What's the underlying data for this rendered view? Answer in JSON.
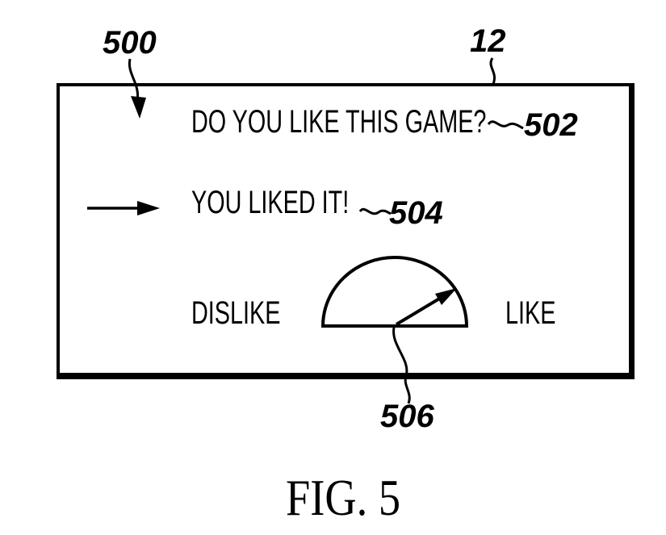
{
  "figure": {
    "caption": "FIG. 5",
    "labels": {
      "ref_500": "500",
      "ref_12": "12",
      "ref_502": "502",
      "ref_504": "504",
      "ref_506": "506"
    },
    "screen": {
      "question": "DO YOU LIKE THIS GAME?",
      "result": "YOU LIKED IT!",
      "gauge": {
        "left_label": "DISLIKE",
        "right_label": "LIKE"
      }
    },
    "colors": {
      "ink": "#000000",
      "background": "#ffffff"
    }
  }
}
